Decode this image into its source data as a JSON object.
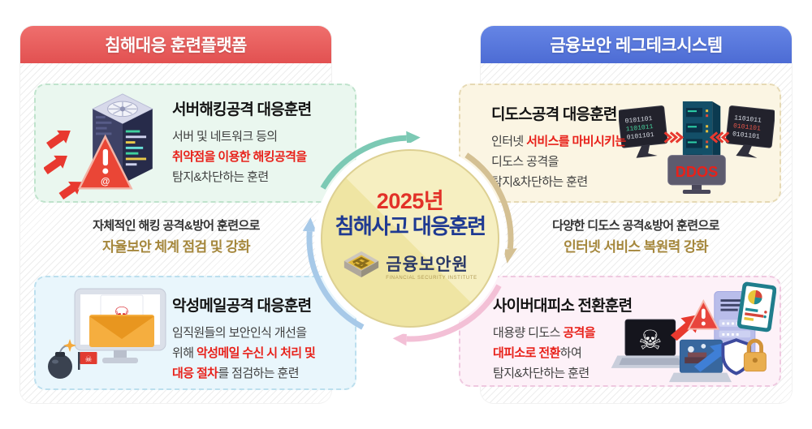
{
  "header_left": {
    "label": "침해대응 훈련플랫폼"
  },
  "header_right": {
    "label": "금융보안 레그테크시스템"
  },
  "cards": [
    {
      "id": "server-hacking-training",
      "title": "서버해킹공격 대응훈련",
      "lines": [
        [
          {
            "t": "서버 및 네트워크 등의"
          }
        ],
        [
          {
            "t": "취약점을 이용한 해킹공격을",
            "em": true
          }
        ],
        [
          {
            "t": "탐지&차단하는 훈련"
          }
        ]
      ]
    },
    {
      "id": "ddos-training",
      "title": "디도스공격 대응훈련",
      "badge": "DDOS",
      "code_lines": [
        "0101101",
        "1101011",
        "0101101"
      ],
      "lines": [
        [
          {
            "t": "인터넷 "
          },
          {
            "t": "서비스를 마비시키는",
            "em": true
          }
        ],
        [
          {
            "t": "디도스 공격을"
          }
        ],
        [
          {
            "t": "탐지&차단하는 훈련"
          }
        ]
      ]
    },
    {
      "id": "malicious-mail-training",
      "title": "악성메일공격 대응훈련",
      "lines": [
        [
          {
            "t": "임직원들의 보안인식 개선을"
          }
        ],
        [
          {
            "t": "위해 "
          },
          {
            "t": "악성메일 수신 시 처리 및",
            "em": true
          }
        ],
        [
          {
            "t": "대응 절차",
            "em": true
          },
          {
            "t": "를 점검하는 훈련"
          }
        ]
      ]
    },
    {
      "id": "cyber-shelter-training",
      "title": "사이버대피소 전환훈련",
      "lines": [
        [
          {
            "t": "대용량 디도스 "
          },
          {
            "t": "공격을",
            "em": true
          }
        ],
        [
          {
            "t": "대피소로 전환",
            "em": true
          },
          {
            "t": "하여"
          }
        ],
        [
          {
            "t": "탐지&차단하는 훈련"
          }
        ]
      ]
    }
  ],
  "bridge_left": {
    "line1": "자체적인 해킹 공격&방어 훈련으로",
    "line2": "자율보안 체계 점검 및 강화"
  },
  "bridge_right": {
    "line1": "다양한 디도스 공격&방어 훈련으로",
    "line2": "인터넷 서비스 복원력 강화"
  },
  "center": {
    "year": "2025년",
    "title": "침해사고 대응훈련",
    "org": "금융보안원",
    "org_en": "FINANCIAL SECURITY INSTITUTE"
  },
  "icons": {
    "at_sign": "@",
    "skull": "☠"
  },
  "colors": {
    "header_left": "#e45c5c",
    "header_right": "#5673d8",
    "emphasis_red": "#e8211a",
    "gold_text": "#a5873c",
    "navy_text": "#1f3a92",
    "year_red": "#e23128",
    "circle_fill": "#f3ebae",
    "arc_teal": "#7cc9b4",
    "arc_tan": "#d4c093",
    "arc_pink": "#f3c0d6",
    "arc_blue": "#a7c9e8",
    "arrow_red": "#e8392f",
    "arrow_blue": "#3f7fd6"
  }
}
